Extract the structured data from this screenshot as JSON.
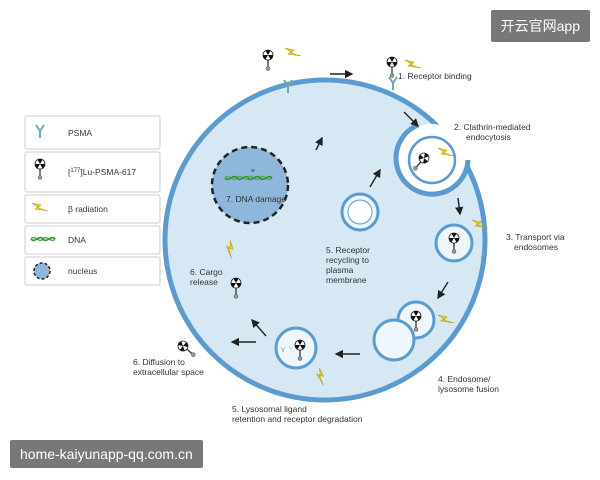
{
  "watermarks": {
    "top_right": "开云官网app",
    "bottom_left": "home-kaiyunapp-qq.com.cn"
  },
  "legend": {
    "psma": "PSMA",
    "ligand_prefix": "[",
    "ligand_isotope": "177",
    "ligand_suffix": "]Lu-PSMA-617",
    "beta": "β radiation",
    "dna": "DNA",
    "nucleus": "nucleus"
  },
  "steps": {
    "s1": "1. Receptor binding",
    "s2_line1": "2. Clathrin-mediated",
    "s2_line2": "endocytosis",
    "s3_line1": "3. Transport via",
    "s3_line2": "endosomes",
    "s4_line1": "4. Endosome/",
    "s4_line2": "lysosome fusion",
    "s5a_line1": "5. Lysosomal ligand",
    "s5a_line2": "retention and  receptor degradation",
    "s5b_line1": "5. Receptor",
    "s5b_line2": "recycling to",
    "s5b_line3": "plasma",
    "s5b_line4": "membrane",
    "s6a_line1": "6. Cargo",
    "s6a_line2": "release",
    "s6b_line1": "6. Diffusion to",
    "s6b_line2": "extracellular  space",
    "s7": "7. DNA damage"
  },
  "colors": {
    "cell_fill": "#d7e8f5",
    "membrane": "#5b9bcf",
    "vesicle_fill": "#eef5fb",
    "bolt": "#e8d21f",
    "dna": "#58b04f",
    "psma": "#6aaab0",
    "nucleus_fill": "#8fb7dc"
  }
}
